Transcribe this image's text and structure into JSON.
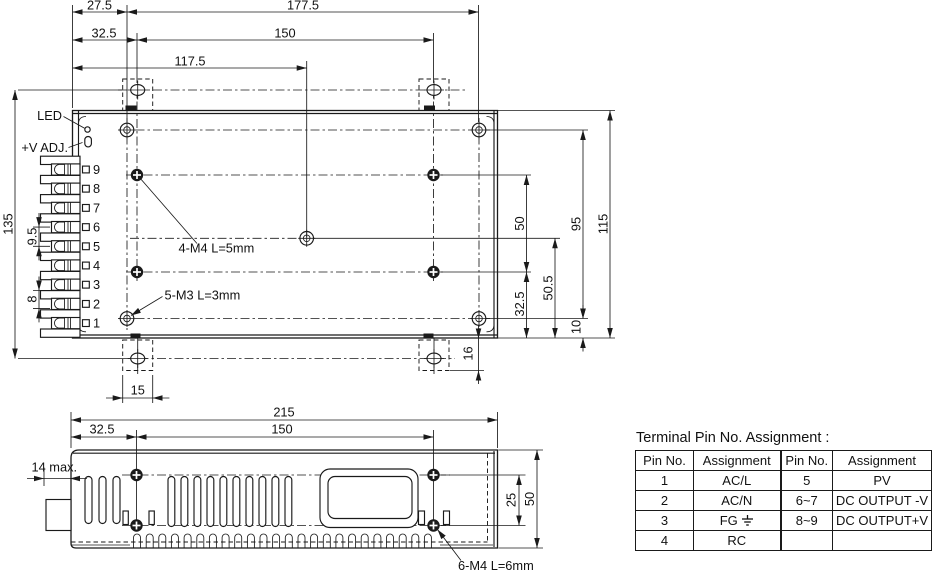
{
  "colors": {
    "ink": "#1a1a1a",
    "background": "#ffffff"
  },
  "top_view": {
    "led_label": "LED",
    "vadj_label": "+V ADJ.",
    "note_m4": "4-M4 L=5mm",
    "note_m3": "5-M3 L=3mm",
    "terminal_numbers": [
      "9",
      "8",
      "7",
      "6",
      "5",
      "4",
      "3",
      "2",
      "1"
    ],
    "dims": {
      "d27_5": "27.5",
      "d177_5": "177.5",
      "d32_5": "32.5",
      "d150": "150",
      "d117_5": "117.5",
      "d135": "135",
      "d9_5": "9.5",
      "d8": "8",
      "d50": "50",
      "d95": "95",
      "d115": "115",
      "d32_5b": "32.5",
      "d50_5": "50.5",
      "d10": "10",
      "d16": "16",
      "d15": "15"
    }
  },
  "side_view": {
    "note_m4": "6-M4 L=6mm",
    "dims": {
      "d215": "215",
      "d32_5": "32.5",
      "d150": "150",
      "d14max": "14 max.",
      "d25": "25",
      "d50": "50"
    }
  },
  "table": {
    "title": "Terminal Pin No. Assignment :",
    "headers": [
      "Pin No.",
      "Assignment",
      "Pin No.",
      "Assignment"
    ],
    "rows": [
      [
        "1",
        "AC/L",
        "5",
        "PV"
      ],
      [
        "2",
        "AC/N",
        "6~7",
        "DC OUTPUT -V"
      ],
      [
        "3",
        "FG",
        "8~9",
        "DC OUTPUT+V"
      ],
      [
        "4",
        "RC",
        "",
        ""
      ]
    ]
  }
}
